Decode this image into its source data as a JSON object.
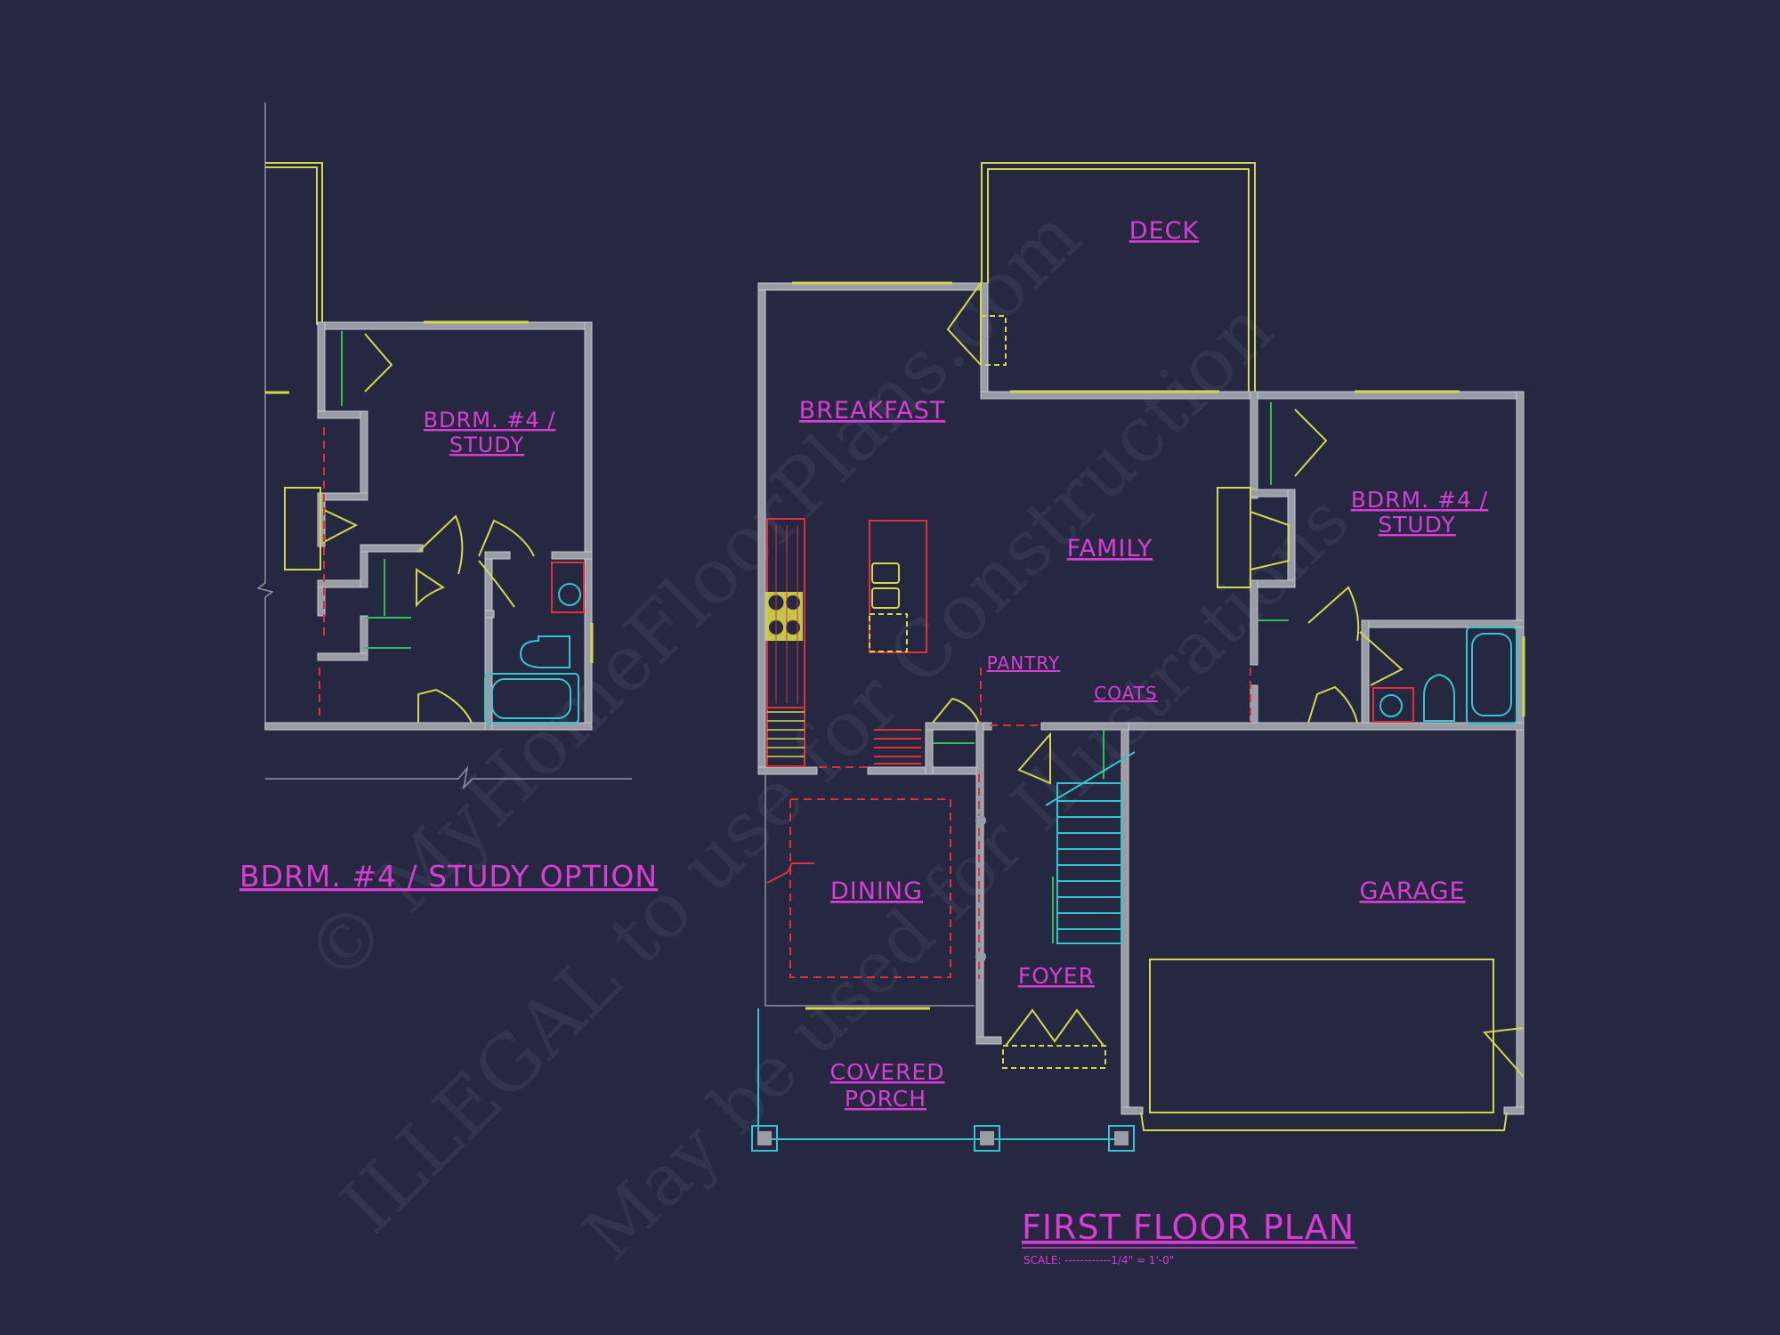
{
  "watermark": {
    "line1": "© MyHomeFloorPlans.com",
    "line2": "ILLEGAL to use for Construction",
    "line3": "May be used for Illustrations"
  },
  "option_plan": {
    "room_label_line1": "BDRM. #4 /",
    "room_label_line2": "STUDY",
    "title": "BDRM. #4 / STUDY OPTION"
  },
  "first_floor": {
    "rooms": {
      "deck": "DECK",
      "breakfast": "BREAKFAST",
      "family": "FAMILY",
      "bdrm_line1": "BDRM. #4 /",
      "bdrm_line2": "STUDY",
      "pantry": "PANTRY",
      "coats": "COATS",
      "dining": "DINING",
      "foyer": "FOYER",
      "garage": "GARAGE",
      "porch_line1": "COVERED",
      "porch_line2": "PORCH"
    },
    "title": "FIRST FLOOR PLAN",
    "scale": "SCALE: ------------1/4\" = 1'-0\""
  },
  "colors": {
    "background": "#252840",
    "label": "#d93dd6",
    "wall": "#9a9ca6",
    "window": "#d4d84a",
    "fixture": "#34c6cf",
    "dashed": "#e0303a"
  }
}
